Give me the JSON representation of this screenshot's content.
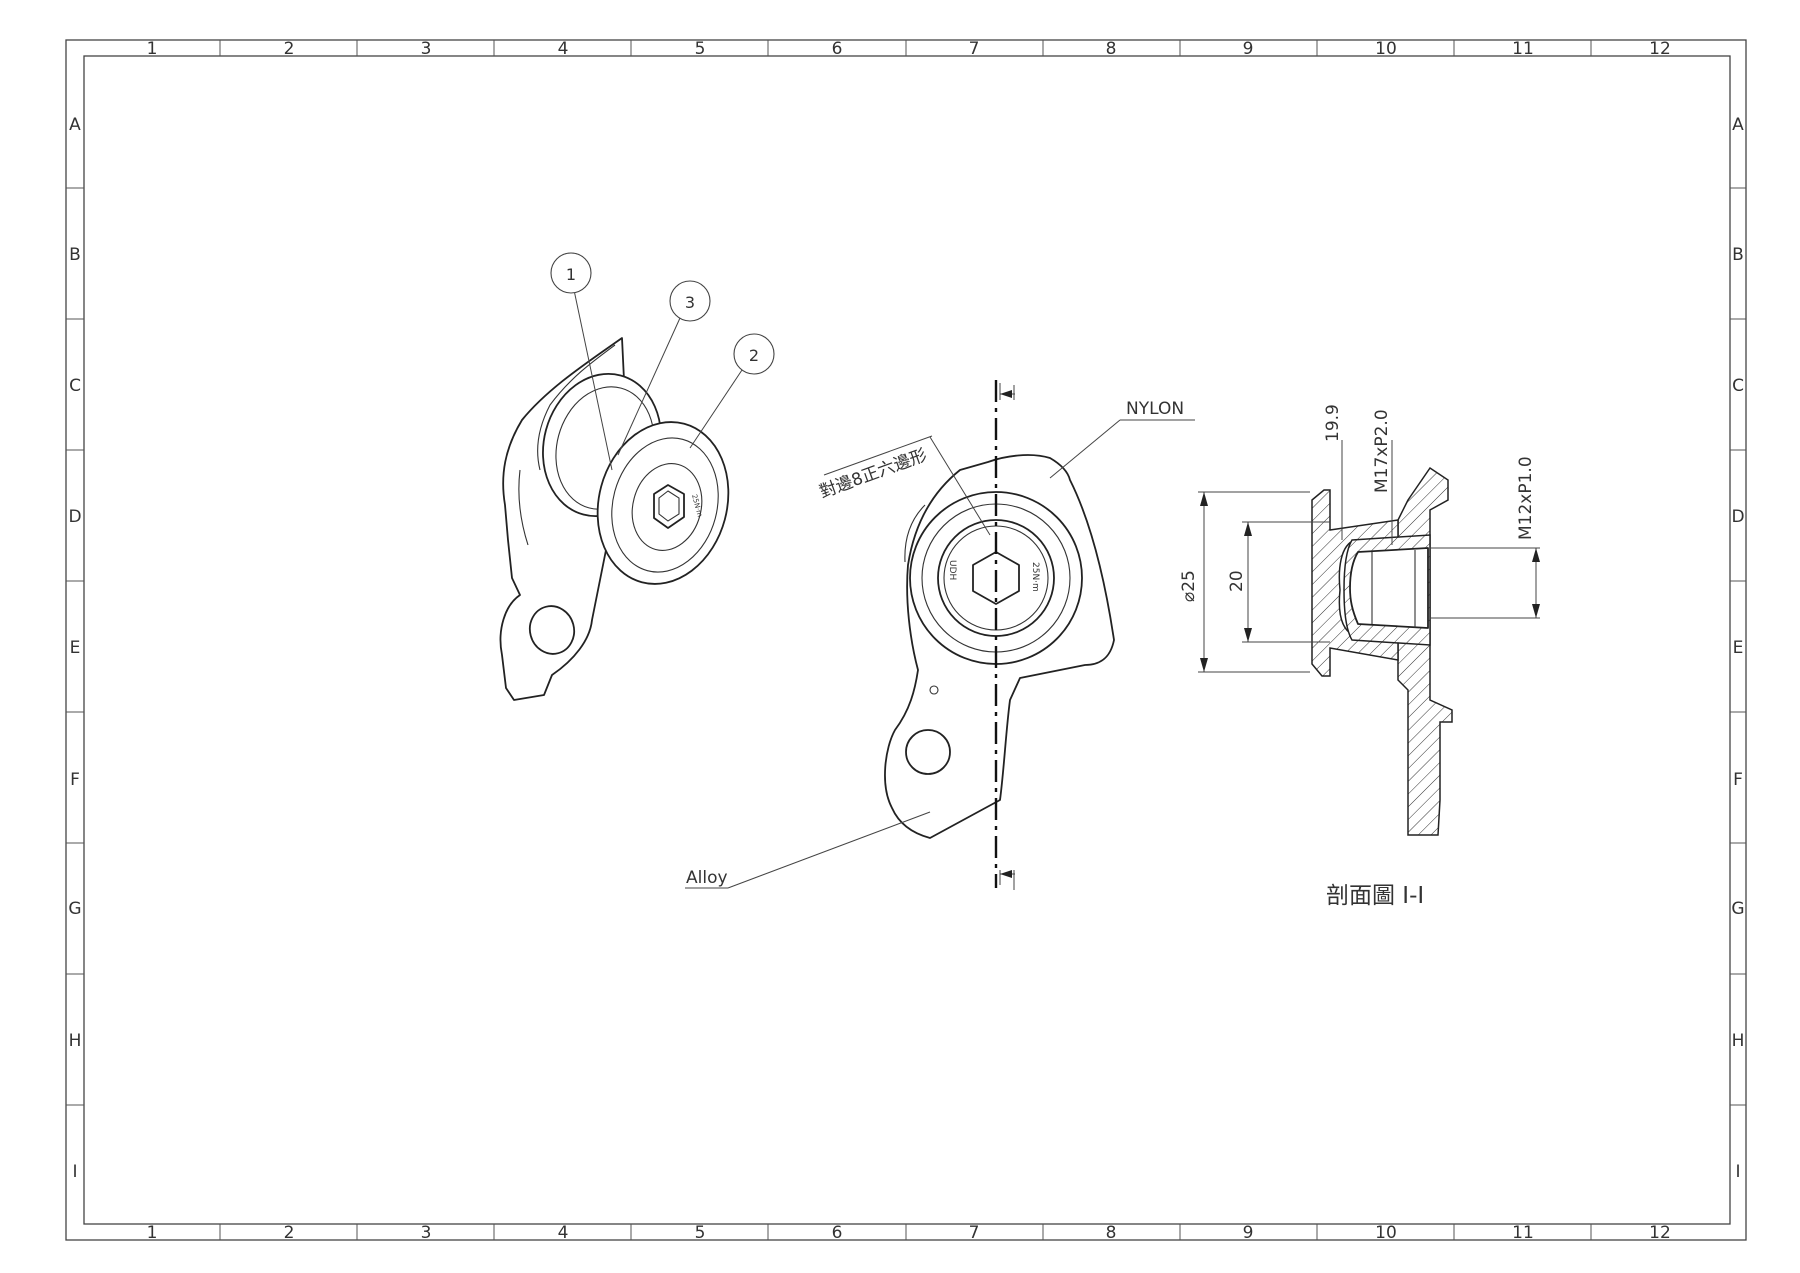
{
  "drawing": {
    "column_labels": [
      "1",
      "2",
      "3",
      "4",
      "5",
      "6",
      "7",
      "8",
      "9",
      "10",
      "11",
      "12"
    ],
    "row_labels": [
      "A",
      "B",
      "C",
      "D",
      "E",
      "F",
      "G",
      "H",
      "I"
    ],
    "balloons": [
      "1",
      "3",
      "2"
    ],
    "iso_view_engraving": "25N·m",
    "front_view": {
      "hex_note": "對邊8正六邊形",
      "material_top": "NYLON",
      "material_bottom": "Alloy",
      "engraving": "25N·m"
    },
    "section_view": {
      "title": "剖面圖 I-I",
      "dim_outer_diameter": "⌀25",
      "dim_inner": "20",
      "dim_depth": "19.9",
      "thread_large": "M17xP2.0",
      "thread_small": "M12xP1.0"
    }
  }
}
